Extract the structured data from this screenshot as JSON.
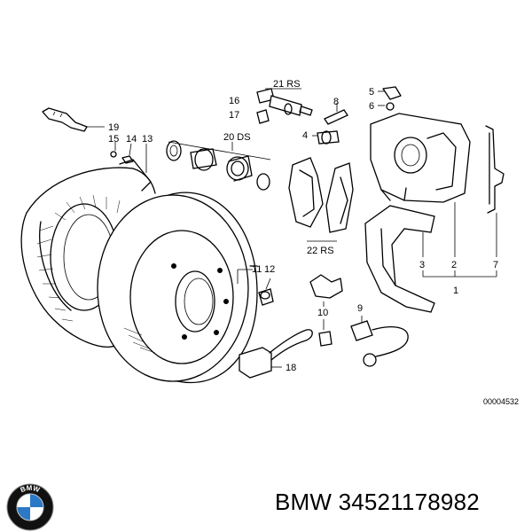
{
  "diagram": {
    "reference_code": "00004532",
    "labels": {
      "l1": "1",
      "l2": "2",
      "l3": "3",
      "l4": "4",
      "l5": "5",
      "l6": "6",
      "l7": "7",
      "l8": "8",
      "l9": "9",
      "l10": "10",
      "l11": "11",
      "l12": "12",
      "l13": "13",
      "l14": "14",
      "l15": "15",
      "l16": "16",
      "l17": "17",
      "l18": "18",
      "l19": "19",
      "l20": "20 DS",
      "l21": "21 RS",
      "l22": "22 RS"
    }
  },
  "footer": {
    "part_title": "BMW 34521178982",
    "brand_logo": "bmw-roundel-logo",
    "logo_letters": "BMW",
    "logo_colors": {
      "ring": "#111111",
      "blue": "#2b78c6",
      "white": "#ffffff"
    }
  }
}
